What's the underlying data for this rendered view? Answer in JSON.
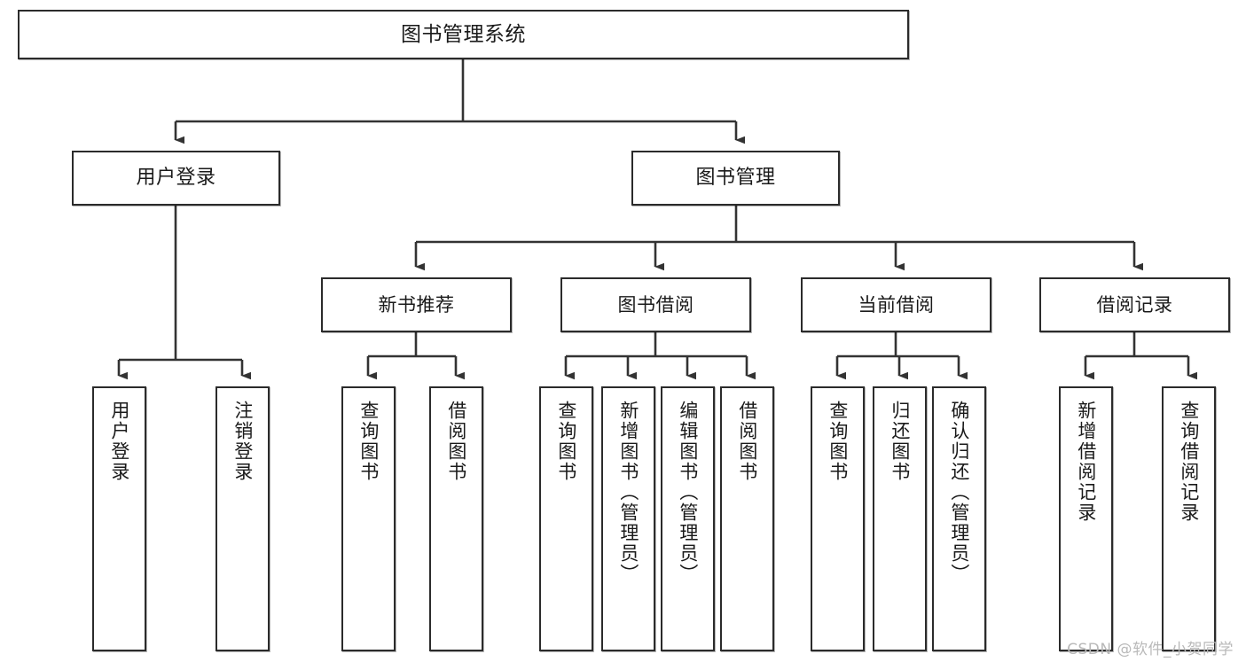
{
  "diagram": {
    "title": "图书管理系统",
    "type": "tree",
    "colors": {
      "node_border": "#2b2b2b",
      "node_fill": "#ffffff",
      "connector": "#333333",
      "text": "#1a1a1a",
      "watermark": "#b9b9b9"
    },
    "root": {
      "label": "图书管理系统",
      "name": "node-root-library-system"
    },
    "level2": [
      {
        "label": "用户登录",
        "name": "node-user-login"
      },
      {
        "label": "图书管理",
        "name": "node-book-management"
      }
    ],
    "level3": [
      {
        "label": "新书推荐",
        "name": "node-new-book-recommend"
      },
      {
        "label": "图书借阅",
        "name": "node-book-borrow"
      },
      {
        "label": "当前借阅",
        "name": "node-current-borrow"
      },
      {
        "label": "借阅记录",
        "name": "node-borrow-record"
      }
    ],
    "leaves": [
      {
        "label": "用户登录",
        "name": "leaf-user-login",
        "parent": "用户登录"
      },
      {
        "label": "注销登录",
        "name": "leaf-logout",
        "parent": "用户登录"
      },
      {
        "label": "查询图书",
        "name": "leaf-query-book-recommend",
        "parent": "新书推荐"
      },
      {
        "label": "借阅图书",
        "name": "leaf-borrow-book-recommend",
        "parent": "新书推荐"
      },
      {
        "label": "查询图书",
        "name": "leaf-query-book-borrow",
        "parent": "图书借阅"
      },
      {
        "label": "新增图书（管理员）",
        "name": "leaf-add-book-admin",
        "parent": "图书借阅"
      },
      {
        "label": "编辑图书（管理员）",
        "name": "leaf-edit-book-admin",
        "parent": "图书借阅"
      },
      {
        "label": "借阅图书",
        "name": "leaf-borrow-book",
        "parent": "图书借阅"
      },
      {
        "label": "查询图书",
        "name": "leaf-query-book-current",
        "parent": "当前借阅"
      },
      {
        "label": "归还图书",
        "name": "leaf-return-book",
        "parent": "当前借阅"
      },
      {
        "label": "确认归还（管理员）",
        "name": "leaf-confirm-return-admin",
        "parent": "当前借阅"
      },
      {
        "label": "新增借阅记录",
        "name": "leaf-add-borrow-record",
        "parent": "借阅记录"
      },
      {
        "label": "查询借阅记录",
        "name": "leaf-query-borrow-record",
        "parent": "借阅记录"
      }
    ],
    "watermark": "CSDN @软件_小贺同学"
  }
}
